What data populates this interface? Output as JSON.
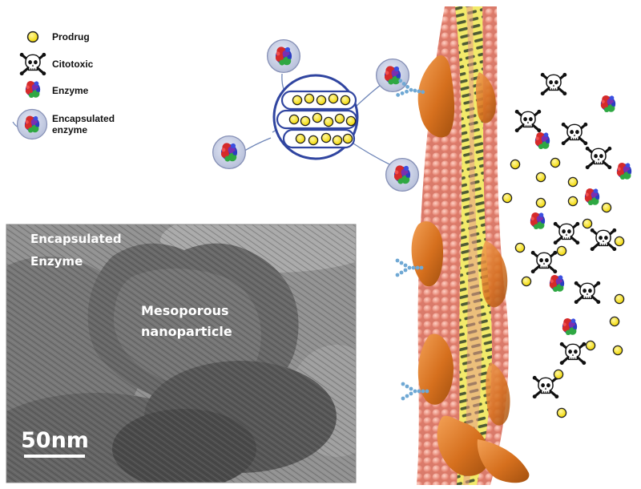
{
  "legend": {
    "prodrug": "Prodrug",
    "citotoxic": "Citotoxic",
    "enzyme": "Enzyme",
    "encapsulated_line1": "Encapsulated",
    "encapsulated_line2": "enzyme"
  },
  "tem": {
    "label1_line1": "Encapsulated",
    "label1_line2": "Enzyme",
    "label2_line1": "Mesoporous",
    "label2_line2": "nanoparticle",
    "scale": "50nm"
  },
  "colors": {
    "prodrug_fill": "#ffe81a",
    "nanoparticle_blue": "#3045a0",
    "membrane_pink": "#ef9a86",
    "membrane_core": "#f2ea6a",
    "protein_orange": "#d9731f",
    "enzyme_red": "#d52a2a",
    "enzyme_blue": "#2b3cc2",
    "enzyme_green": "#2fa843"
  }
}
